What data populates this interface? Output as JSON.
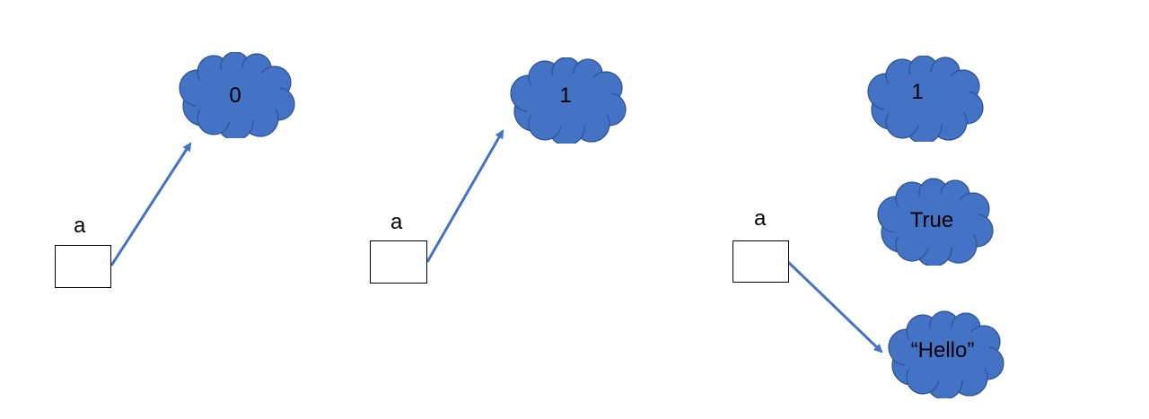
{
  "panels": [
    {
      "variable": "a",
      "objects": [
        "0"
      ],
      "points_to": 0
    },
    {
      "variable": "a",
      "objects": [
        "1"
      ],
      "points_to": 0
    },
    {
      "variable": "a",
      "objects": [
        "1",
        "True",
        "“Hello”"
      ],
      "points_to": 2
    }
  ],
  "colors": {
    "cloud_fill": "#4472C4",
    "cloud_stroke": "#2F528F",
    "arrow": "#4472C4",
    "box_border": "#000000",
    "text": "#000000"
  }
}
